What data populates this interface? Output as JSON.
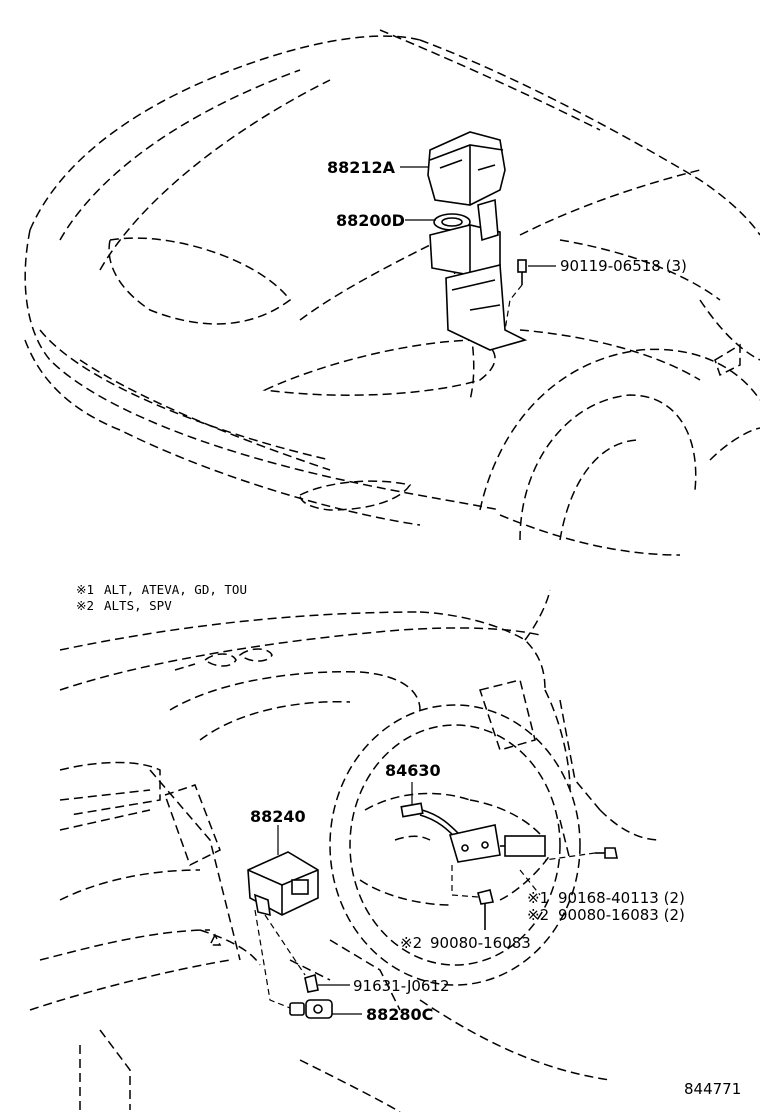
{
  "notes": [
    {
      "mark": "※1",
      "text": "ALT, ATEVA, GD, TOU"
    },
    {
      "mark": "※2",
      "text": "ALTS, SPV"
    }
  ],
  "parts": {
    "p88212A": "88212A",
    "p88200D": "88200D",
    "p90119": "90119-06518 (3)",
    "p84630": "84630",
    "p88240": "88240",
    "p90168": "90168-40113 (2)",
    "p90080_2": "90080-16083 (2)",
    "p90080": "90080-16083",
    "p91631": "91631-J0612",
    "p88280C": "88280C"
  },
  "marks": {
    "m1": "※1",
    "m2": "※2",
    "m2b": "※2"
  },
  "diagram_id": "844771"
}
